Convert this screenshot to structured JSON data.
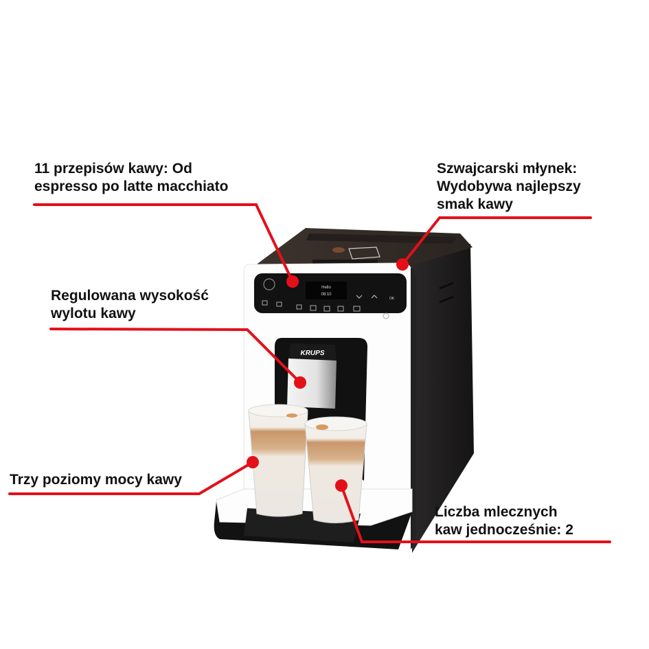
{
  "image": {
    "subject": "Krups espresso machine with two latte macchiato glasses",
    "brand_label": "KRUPS",
    "display": {
      "line1": "Hello",
      "line2": "08:10"
    },
    "control_panel": {
      "ok_label": "OK"
    }
  },
  "callouts": [
    {
      "id": "recipes",
      "lines": [
        "11 przepisów kawy: Od",
        "espresso po latte macchiato"
      ]
    },
    {
      "id": "grinder",
      "lines": [
        "Szwajcarski młynek:",
        "Wydobywa najlepszy",
        "smak kawy"
      ]
    },
    {
      "id": "spout-height",
      "lines": [
        "Regulowana wysokość",
        "wylotu kawy"
      ]
    },
    {
      "id": "strength",
      "lines": [
        "Trzy poziomy mocy kawy"
      ]
    },
    {
      "id": "milk-drinks",
      "lines": [
        "Liczba mlecznych",
        "kaw jednocześnie: 2"
      ]
    }
  ],
  "colors": {
    "callout_line": "#e3101a",
    "text": "#111111",
    "machine_dark": "#1e1c1c",
    "machine_white": "#ffffff",
    "top_brown": "#3a302b"
  }
}
